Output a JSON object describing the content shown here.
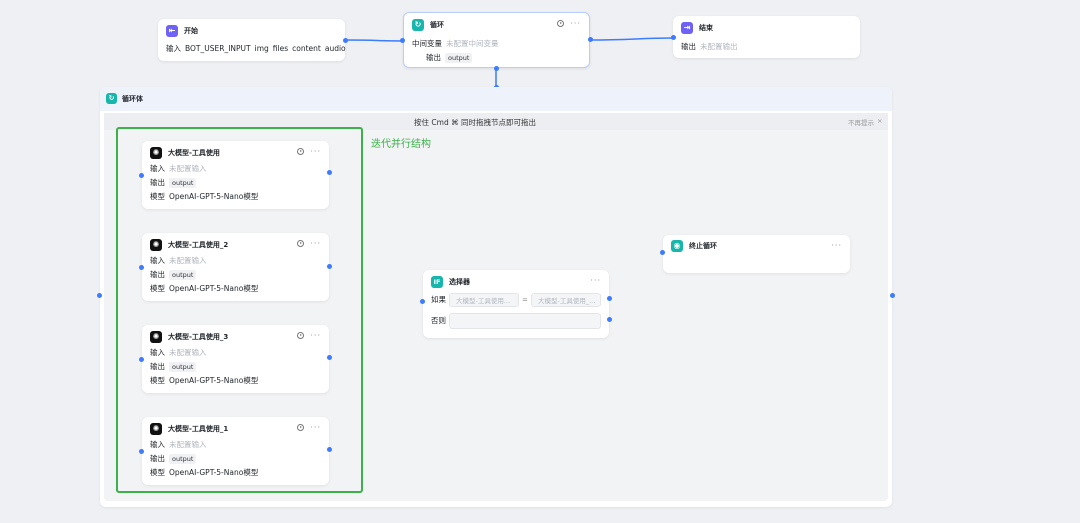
{
  "start_node": {
    "title": "开始",
    "input_label": "输入",
    "inputs": [
      "BOT_USER_INPUT",
      "img",
      "files",
      "content",
      "audio"
    ]
  },
  "loop_node": {
    "title": "循环",
    "var_label": "中间变量",
    "var_placeholder": "未配置中间变量",
    "output_label": "输出",
    "output_value": "output"
  },
  "end_node": {
    "title": "结束",
    "output_label": "输出",
    "output_placeholder": "未配置输出"
  },
  "loop_body": {
    "title": "循环体",
    "hint": "按住 Cmd ⌘ 同时拖拽节点即可拖出",
    "dismiss": "不再提示",
    "close_glyph": "×"
  },
  "annotation": {
    "label": "迭代并行结构",
    "color": "#3cb04a"
  },
  "llm_nodes": [
    {
      "title": "大模型-工具使用",
      "input_label": "输入",
      "input_placeholder": "未配置输入",
      "output_label": "输出",
      "output_value": "output",
      "model_label": "模型",
      "model_value": "OpenAI-GPT-5-Nano模型"
    },
    {
      "title": "大模型-工具使用_2",
      "input_label": "输入",
      "input_placeholder": "未配置输入",
      "output_label": "输出",
      "output_value": "output",
      "model_label": "模型",
      "model_value": "OpenAI-GPT-5-Nano模型"
    },
    {
      "title": "大模型-工具使用_3",
      "input_label": "输入",
      "input_placeholder": "未配置输入",
      "output_label": "输出",
      "output_value": "output",
      "model_label": "模型",
      "model_value": "OpenAI-GPT-5-Nano模型"
    },
    {
      "title": "大模型-工具使用_1",
      "input_label": "输入",
      "input_placeholder": "未配置输入",
      "output_label": "输出",
      "output_value": "output",
      "model_label": "模型",
      "model_value": "OpenAI-GPT-5-Nano模型"
    }
  ],
  "selector_node": {
    "badge": "IF",
    "title": "选择器",
    "if_label": "如果",
    "if_left": "大模型-工具使用...",
    "if_op": "=",
    "if_right": "大模型-工具使用_...",
    "else_label": "否则"
  },
  "stop_node": {
    "title": "终止循环"
  },
  "colors": {
    "accent": "#3d7bff",
    "teal": "#17b6ac",
    "purple": "#6d62f5"
  }
}
